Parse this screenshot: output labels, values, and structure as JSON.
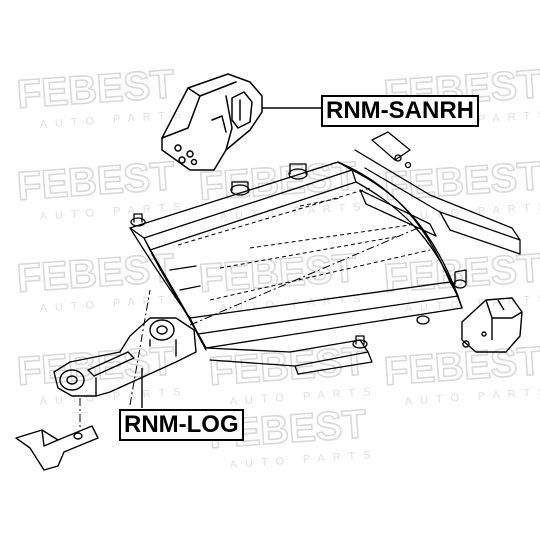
{
  "watermark": {
    "brand": "FEBEST",
    "tagline": "AUTO PARTS",
    "color": "#d9d9d9"
  },
  "labels": {
    "upper_right_mount": "RNM-SANRH",
    "torque_rod": "RNM-LOG"
  },
  "colors": {
    "line": "#000000",
    "label_border": "#000000"
  }
}
